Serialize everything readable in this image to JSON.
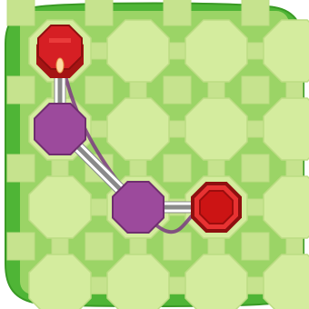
{
  "puzzle": {
    "grid": {
      "cols": 4,
      "rows": 4
    },
    "colors": {
      "board_border": "#4fb536",
      "board_border_dark": "#3a9a25",
      "board_fill": "#9bd466",
      "tile_octagon": "#d4ec9e",
      "tile_octagon_edge": "#bcdc84",
      "tile_square": "#c6e38e",
      "path_node": "#9c4a9c",
      "path_node_edge": "#6f2e6f",
      "path_trail": "#7b3b83",
      "connector": "#ffffff",
      "start_block": "#d61f24",
      "start_block_top": "#ea3b3b",
      "end_block": "#cc1414",
      "end_block_ring": "#e83232",
      "flame": "#ffd9a3"
    },
    "start_cell": {
      "col": 0,
      "row": 0,
      "icon": "red-cube-start-icon"
    },
    "end_cell": {
      "col": 2,
      "row": 2,
      "icon": "red-octagon-goal-icon"
    },
    "path_nodes": [
      {
        "col": 0,
        "row": 1
      },
      {
        "col": 1,
        "row": 2
      }
    ],
    "connectors": [
      {
        "from": [
          0,
          0
        ],
        "to": [
          0,
          1
        ]
      },
      {
        "from": [
          0,
          1
        ],
        "to": [
          1,
          2
        ]
      },
      {
        "from": [
          1,
          2
        ],
        "to": [
          2,
          2
        ]
      }
    ]
  }
}
